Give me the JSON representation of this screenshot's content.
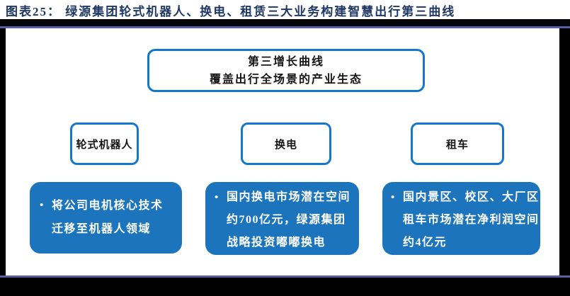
{
  "page": {
    "title": "图表25： 绿源集团轮式机器人、换电、租赁三大业务构建智慧出行第三曲线"
  },
  "colors": {
    "title_text": "#1F3864",
    "caption_rule_dark": "#060609",
    "caption_rule_accent": "#5C5CA6",
    "node_border_blue": "#1477CE",
    "node_fill_blue": "#1B74BC",
    "canvas_bg": "#FFFFFF",
    "outside_bg": "#000000"
  },
  "diagram": {
    "bullet": "•",
    "root_box": {
      "lines": [
        "第三增长曲线",
        "覆盖出行全场景的产业生态"
      ]
    },
    "branches": [
      {
        "label": "轮式机器人",
        "detail_lines": [
          "将公司电机核心技术",
          "迁移至机器人领域"
        ]
      },
      {
        "label": "换电",
        "detail_lines": [
          "国内换电市场潜在空间",
          "约700亿元，绿源集团",
          "战略投资嘟嘟换电"
        ]
      },
      {
        "label": "租车",
        "detail_lines": [
          "国内景区、校区、大厂区",
          "租车市场潜在净利润空间",
          "约4亿元"
        ]
      }
    ]
  }
}
